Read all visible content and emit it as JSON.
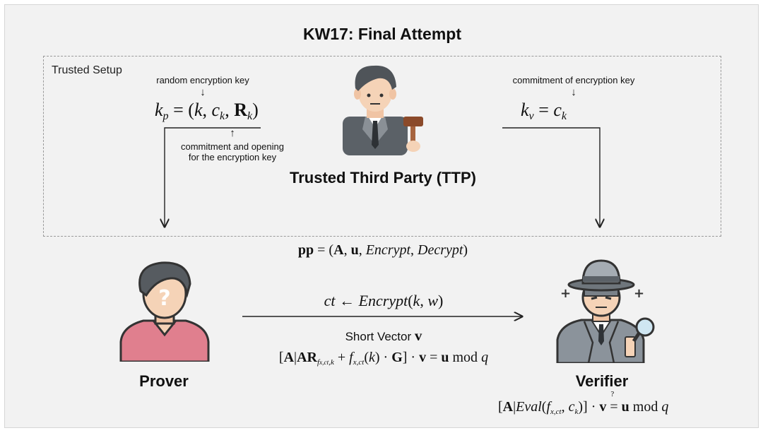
{
  "title": "KW17: Final Attempt",
  "setup": {
    "label": "Trusted Setup",
    "left_note": "random encryption key",
    "left_note_below_1": "commitment and opening",
    "left_note_below_2": "for the encryption key",
    "right_note": "commitment of encryption key",
    "ttp_label": "Trusted Third Party (TTP)"
  },
  "prover_label": "Prover",
  "verifier_label": "Verifier",
  "short_vector_label": "Short Vector",
  "math": {
    "kp_lhs": "k",
    "kp_sub": "p",
    "kv_lhs": "k",
    "kv_sub": "v",
    "pp_name": "pp",
    "encrypt": "Encrypt",
    "decrypt": "Decrypt",
    "ct": "ct",
    "eval": "Eval",
    "mod": "mod",
    "v": "v"
  },
  "colors": {
    "background": "#f2f2f2",
    "prover_shirt": "#e07f8e",
    "verifier_coat": "#8b939b",
    "ttp_suit": "#5b6167",
    "skin": "#f5d3b7",
    "hair": "#4f5459"
  },
  "icons": [
    "judge-icon",
    "gavel-icon",
    "prover-person-icon",
    "detective-icon",
    "magnifier-icon"
  ]
}
